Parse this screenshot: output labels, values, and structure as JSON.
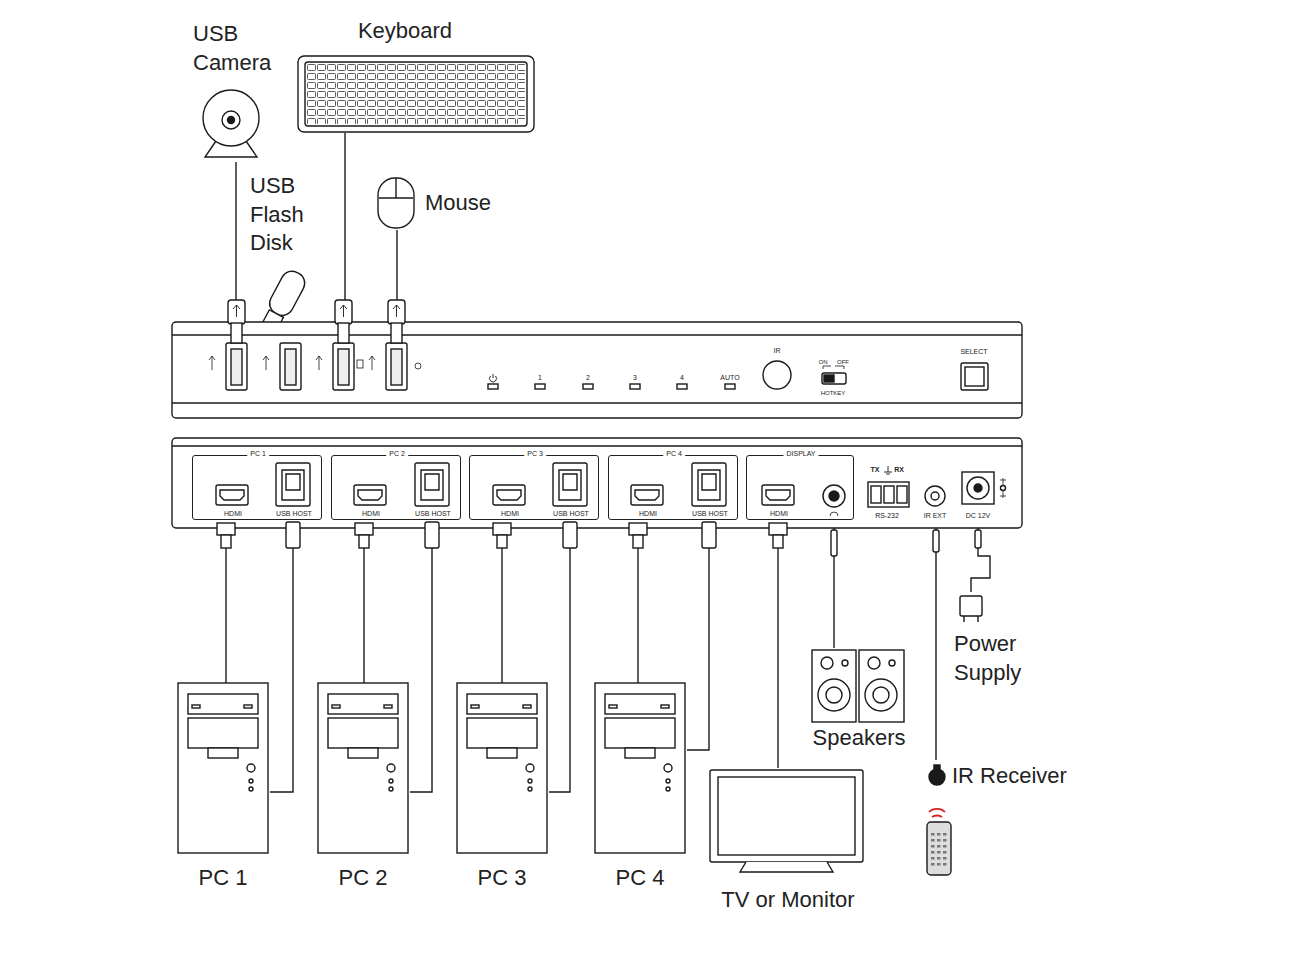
{
  "diagram": {
    "nodes": [
      {
        "text": [
          "USB Camera"
        ]
      },
      {
        "text": [
          "Keyboard"
        ]
      },
      {
        "text": [
          "USB Flash Disk"
        ]
      },
      {
        "text": [
          "Mouse"
        ]
      },
      {
        "text": [
          "1",
          "2",
          "3",
          "4",
          "AUTO",
          "IR",
          "ON",
          "OFF",
          "HOTKEY",
          "SELECT"
        ]
      },
      {
        "text": [
          "TX",
          "RX",
          "RS-232",
          "IR EXT",
          "DC 12V"
        ]
      },
      {
        "text": [
          "PC 1",
          "HDMI",
          "USB HOST"
        ],
        "in": 5
      },
      {
        "text": [
          "PC 2",
          "HDMI",
          "USB HOST"
        ],
        "in": 5
      },
      {
        "text": [
          "PC 3",
          "HDMI",
          "USB HOST"
        ],
        "in": 5
      },
      {
        "text": [
          "PC 4",
          "HDMI",
          "USB HOST"
        ],
        "in": 5
      },
      {
        "text": [
          "DISPLAY",
          "HDMI"
        ],
        "in": 5
      },
      {
        "text": [
          "Speakers"
        ]
      },
      {
        "text": [
          "Power Supply"
        ]
      },
      {
        "text": [
          "IR Receiver"
        ]
      },
      {
        "text": [
          "PC 1"
        ]
      },
      {
        "text": [
          "PC 2"
        ]
      },
      {
        "text": [
          "PC 3"
        ]
      },
      {
        "text": [
          "PC 4"
        ]
      },
      {
        "text": [
          "TV or Monitor"
        ]
      }
    ],
    "edges": [
      {
        "from": 0,
        "to": 4,
        "arrow": "none"
      },
      {
        "from": 1,
        "to": 4,
        "arrow": "none"
      },
      {
        "from": 3,
        "to": 4,
        "arrow": "none"
      },
      {
        "from": 14,
        "to": 6,
        "arrow": "none"
      },
      {
        "from": 14,
        "to": 6,
        "arrow": "none"
      },
      {
        "from": 15,
        "to": 7,
        "arrow": "none"
      },
      {
        "from": 15,
        "to": 7,
        "arrow": "none"
      },
      {
        "from": 16,
        "to": 8,
        "arrow": "none"
      },
      {
        "from": 16,
        "to": 8,
        "arrow": "none"
      },
      {
        "from": 17,
        "to": 9,
        "arrow": "none"
      },
      {
        "from": 17,
        "to": 9,
        "arrow": "none"
      },
      {
        "from": 18,
        "to": 10,
        "arrow": "none"
      },
      {
        "from": 11,
        "to": 10,
        "arrow": "none"
      },
      {
        "from": 12,
        "to": 5,
        "arrow": "none"
      },
      {
        "from": 13,
        "to": 5,
        "arrow": "none"
      }
    ]
  }
}
